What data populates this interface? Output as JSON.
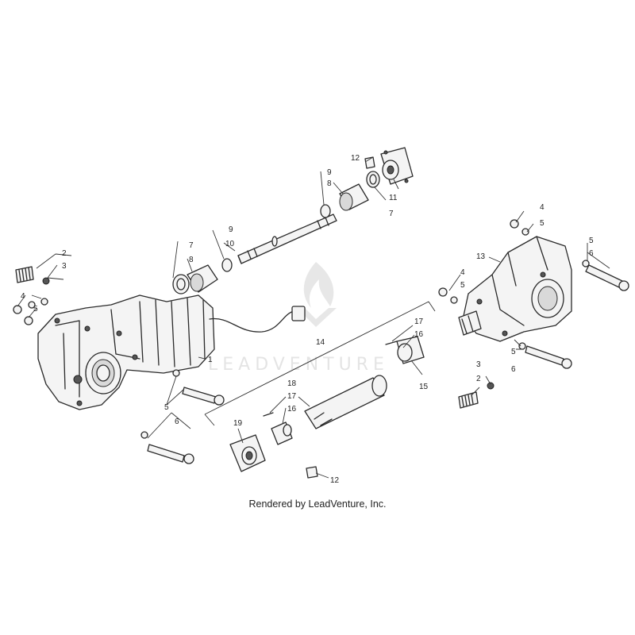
{
  "watermark": {
    "text": "LEADVENTURE",
    "logo_icon": "flame-v-logo-icon"
  },
  "credit": "Rendered by LeadVenture, Inc.",
  "callouts": {
    "c1": "1",
    "c2a": "2",
    "c2b": "2",
    "c3a": "3",
    "c3b": "3",
    "c4a": "4",
    "c4b": "4",
    "c4c": "4",
    "c5a": "5",
    "c5b": "5",
    "c5c": "5",
    "c5d": "5",
    "c5e": "5",
    "c5f": "5",
    "c6a": "6",
    "c6b": "6",
    "c6c": "6",
    "c7a": "7",
    "c7b": "7",
    "c8a": "8",
    "c8b": "8",
    "c9a": "9",
    "c9b": "9",
    "c10": "10",
    "c11": "11",
    "c12a": "12",
    "c12b": "12",
    "c13": "13",
    "c14": "14",
    "c15": "15",
    "c16a": "16",
    "c16b": "16",
    "c17a": "17",
    "c17b": "17",
    "c18": "18",
    "c19": "19"
  }
}
